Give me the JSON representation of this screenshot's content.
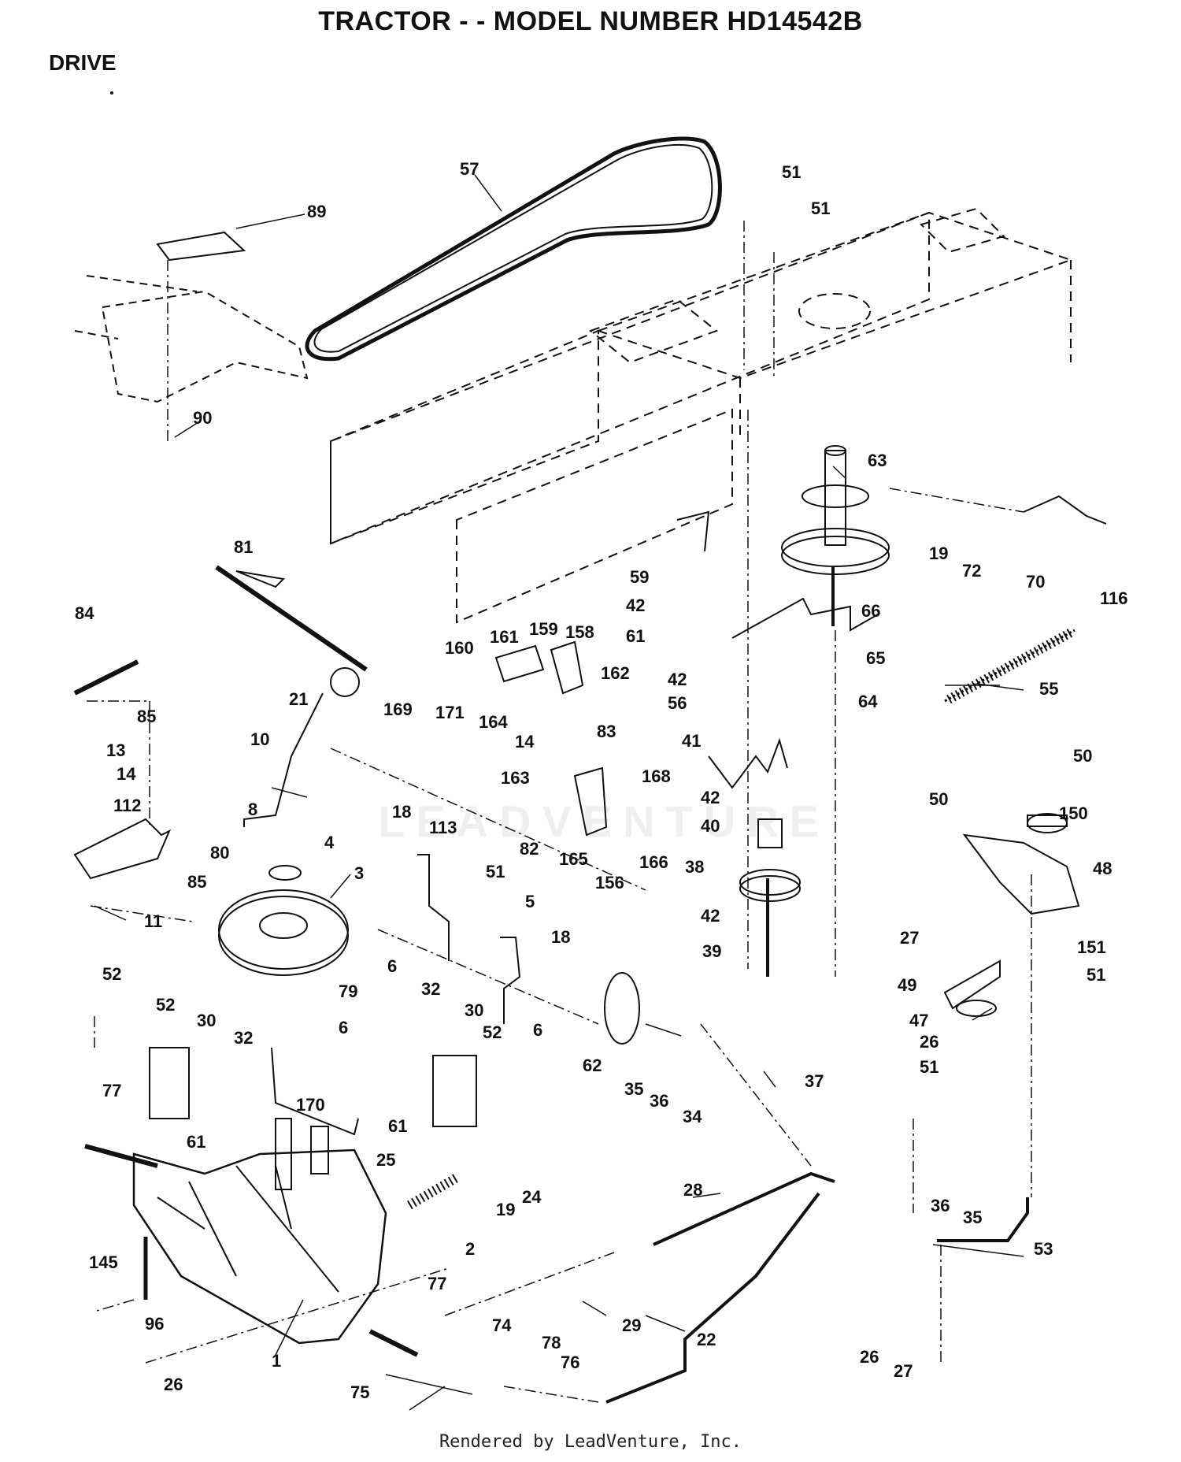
{
  "page": {
    "title": "TRACTOR - - MODEL NUMBER HD14542B",
    "section": "DRIVE",
    "footer": "Rendered by LeadVenture, Inc.",
    "watermark": "LEADVENTURE"
  },
  "parts": [
    "1",
    "2",
    "3",
    "4",
    "5",
    "6",
    "8",
    "10",
    "11",
    "13",
    "14",
    "18",
    "19",
    "21",
    "22",
    "24",
    "25",
    "26",
    "27",
    "28",
    "29",
    "30",
    "32",
    "34",
    "35",
    "36",
    "37",
    "38",
    "39",
    "40",
    "41",
    "42",
    "47",
    "48",
    "49",
    "50",
    "51",
    "52",
    "53",
    "55",
    "56",
    "57",
    "59",
    "61",
    "62",
    "63",
    "64",
    "65",
    "66",
    "70",
    "72",
    "74",
    "75",
    "76",
    "77",
    "78",
    "79",
    "80",
    "81",
    "82",
    "83",
    "84",
    "85",
    "89",
    "90",
    "96",
    "112",
    "113",
    "116",
    "145",
    "150",
    "151",
    "156",
    "158",
    "159",
    "160",
    "161",
    "162",
    "163",
    "164",
    "165",
    "166",
    "168",
    "169",
    "170",
    "171"
  ]
}
